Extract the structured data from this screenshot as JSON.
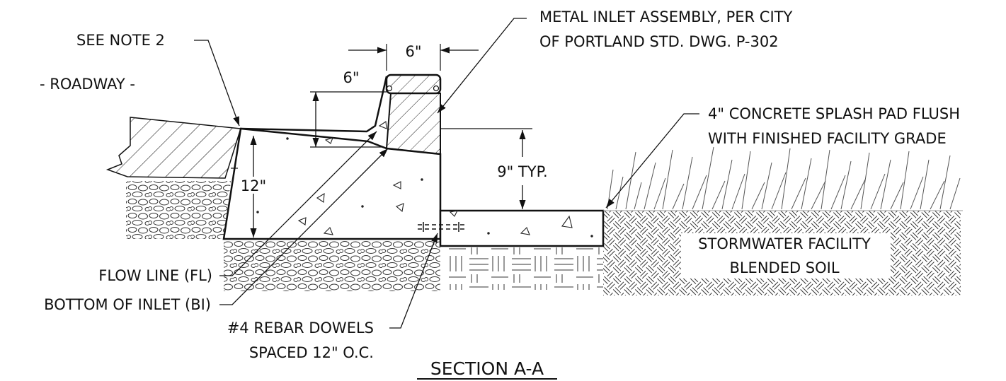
{
  "section_title": "SECTION A-A",
  "labels": {
    "see_note": "SEE NOTE 2",
    "roadway": "- ROADWAY -",
    "inlet_line1": "METAL INLET ASSEMBLY, PER CITY",
    "inlet_line2": "OF PORTLAND STD. DWG. P-302",
    "splash_line1": "4\" CONCRETE SPLASH PAD FLUSH",
    "splash_line2": "WITH FINISHED FACILITY GRADE",
    "soil_line1": "STORMWATER FACILITY",
    "soil_line2": "BLENDED SOIL",
    "flow_line": "FLOW LINE (FL)",
    "bottom_inlet": "BOTTOM OF INLET (BI)",
    "rebar_line1": "#4 REBAR DOWELS",
    "rebar_line2": "SPACED 12\" O.C."
  },
  "dimensions": {
    "top_width": "6\"",
    "curb_height": "6\"",
    "depth": "12\"",
    "drop": "9\" TYP."
  }
}
